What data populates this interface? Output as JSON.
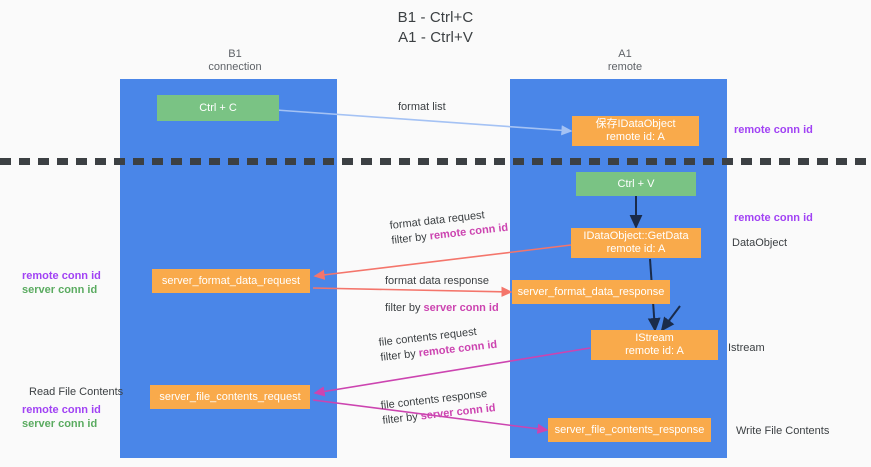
{
  "title": {
    "line1": "B1 - Ctrl+C",
    "line2": "A1 - Ctrl+V"
  },
  "columns": [
    {
      "id": "b1",
      "name": "B1",
      "role": "connection"
    },
    {
      "id": "a1",
      "name": "A1",
      "role": "remote"
    }
  ],
  "nodes": {
    "ctrl_c": {
      "label": "Ctrl + C",
      "sub": "",
      "color": "green"
    },
    "save_idataobject": {
      "label": "保存IDataObject",
      "sub": "remote id: A",
      "color": "orange"
    },
    "ctrl_v": {
      "label": "Ctrl + V",
      "sub": "",
      "color": "green"
    },
    "idataobject_getdata": {
      "label": "IDataObject::GetData",
      "sub": "remote id: A",
      "color": "orange"
    },
    "format_data_request": {
      "label": "server_format_data_request",
      "sub": "",
      "color": "orange"
    },
    "format_data_response": {
      "label": "server_format_data_response",
      "sub": "",
      "color": "orange"
    },
    "istream": {
      "label": "IStream",
      "sub": "remote id: A",
      "color": "orange"
    },
    "file_contents_request": {
      "label": "server_file_contents_request",
      "sub": "",
      "color": "orange"
    },
    "file_contents_response": {
      "label": "server_file_contents_response",
      "sub": "",
      "color": "orange"
    }
  },
  "edge_labels": {
    "format_list": {
      "line1": "format list",
      "line2": "",
      "line2_em": ""
    },
    "format_data_request": {
      "line1": "format data request",
      "line2": "filter by ",
      "line2_em": "remote conn id"
    },
    "format_data_response": {
      "line1": "format data response",
      "line2": "filter by ",
      "line2_em": "server conn id"
    },
    "file_contents_request": {
      "line1": "file contents request",
      "line2": "filter by ",
      "line2_em": "remote conn id"
    },
    "file_contents_response": {
      "line1": "file contents response",
      "line2": "filter by ",
      "line2_em": "server conn id"
    }
  },
  "annotations": {
    "right_top": "remote conn id",
    "right_middle": "remote conn id",
    "left_middle_1": "remote conn id",
    "left_middle_2": "server conn id",
    "left_bottom_title": "Read File Contents",
    "left_bottom_1": "remote conn id",
    "left_bottom_2": "server conn id"
  },
  "captions": {
    "dataobject": "DataObject",
    "istream": "Istream",
    "write_file_contents": "Write File Contents"
  },
  "colors": {
    "lane_blue": "#4a86e8",
    "node_green": "#7ac384",
    "node_orange": "#f9aa4b",
    "accent_purple": "#a142f4",
    "accent_green": "#5aab60",
    "edge_lightblue": "#a4c2f4",
    "edge_red": "#f4756b",
    "edge_magenta": "#cc44b0",
    "edge_dark": "#1a2b4a",
    "background": "#fafafa"
  }
}
